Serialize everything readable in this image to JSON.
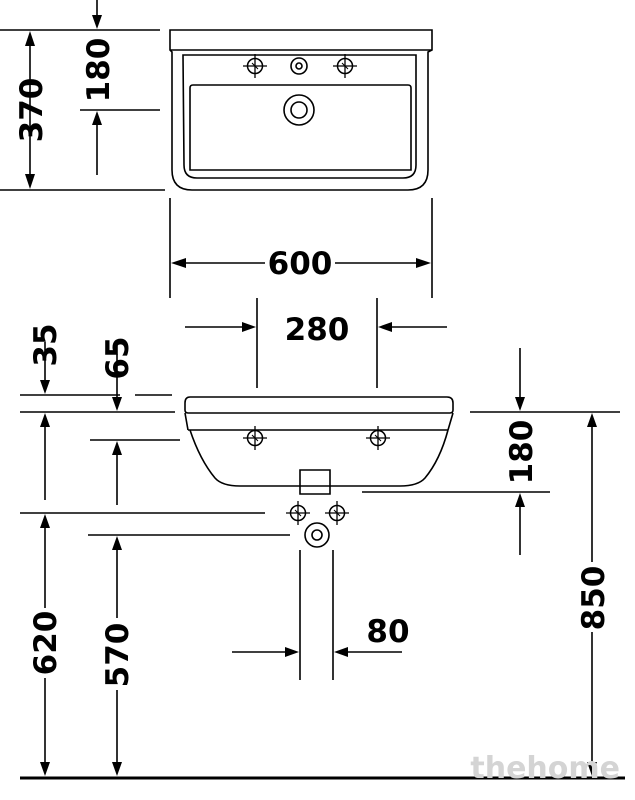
{
  "top_view": {
    "width_label": "600",
    "depth_label": "370",
    "tap_offset_label": "180"
  },
  "front_view": {
    "tap_spacing_label": "280",
    "rim_thickness_label": "35",
    "rim_to_tap_label": "65",
    "waste_drop_label": "180",
    "rim_height_label": "850",
    "supply_height_label": "620",
    "waste_height_label": "570",
    "waste_width_label": "80"
  },
  "watermark": "thehome"
}
